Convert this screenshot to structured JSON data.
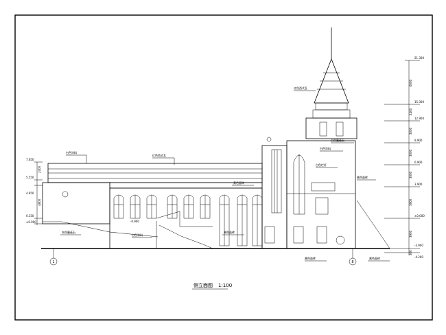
{
  "drawing": {
    "title": "侧立面图",
    "scale": "1:100",
    "annotations": {
      "white_coating": "白色涂料",
      "red_tile_roof": "红色西式瓦",
      "red_flat_tile": "红色西式瓦",
      "white_stucco": "白色涂料",
      "white_railing": "白色栏杆",
      "beige_tile": "黄色面砖",
      "beige_tile_2": "黄色面砖",
      "beige_tile_3": "黄色面砖",
      "white_plaster_stone": "白色蘑菇石",
      "gray_stone": "灰色蘑菇石",
      "white_coating_2": "白色涂料",
      "beige_tile_bottom_1": "黄色面砖",
      "beige_tile_bottom_2": "黄色面砖",
      "beige_tile_bottom_3": "黄色面砖"
    },
    "left_elevations": [
      "7.650",
      "5.550",
      "4.950",
      "0.150",
      "±0.000"
    ],
    "left_dims": [
      "2400",
      "4800"
    ],
    "right_elevations": [
      "21.300",
      "15.300",
      "12.900",
      "9.900",
      "6.900",
      "3.900",
      "±0.000",
      "-3.900",
      "-4.200"
    ],
    "right_dims": [
      "6000",
      "2400",
      "3000",
      "3000",
      "3000",
      "3900",
      "3900",
      "300"
    ],
    "level_marks": [
      "-0.900"
    ],
    "axis_labels": [
      "1",
      "8"
    ]
  }
}
